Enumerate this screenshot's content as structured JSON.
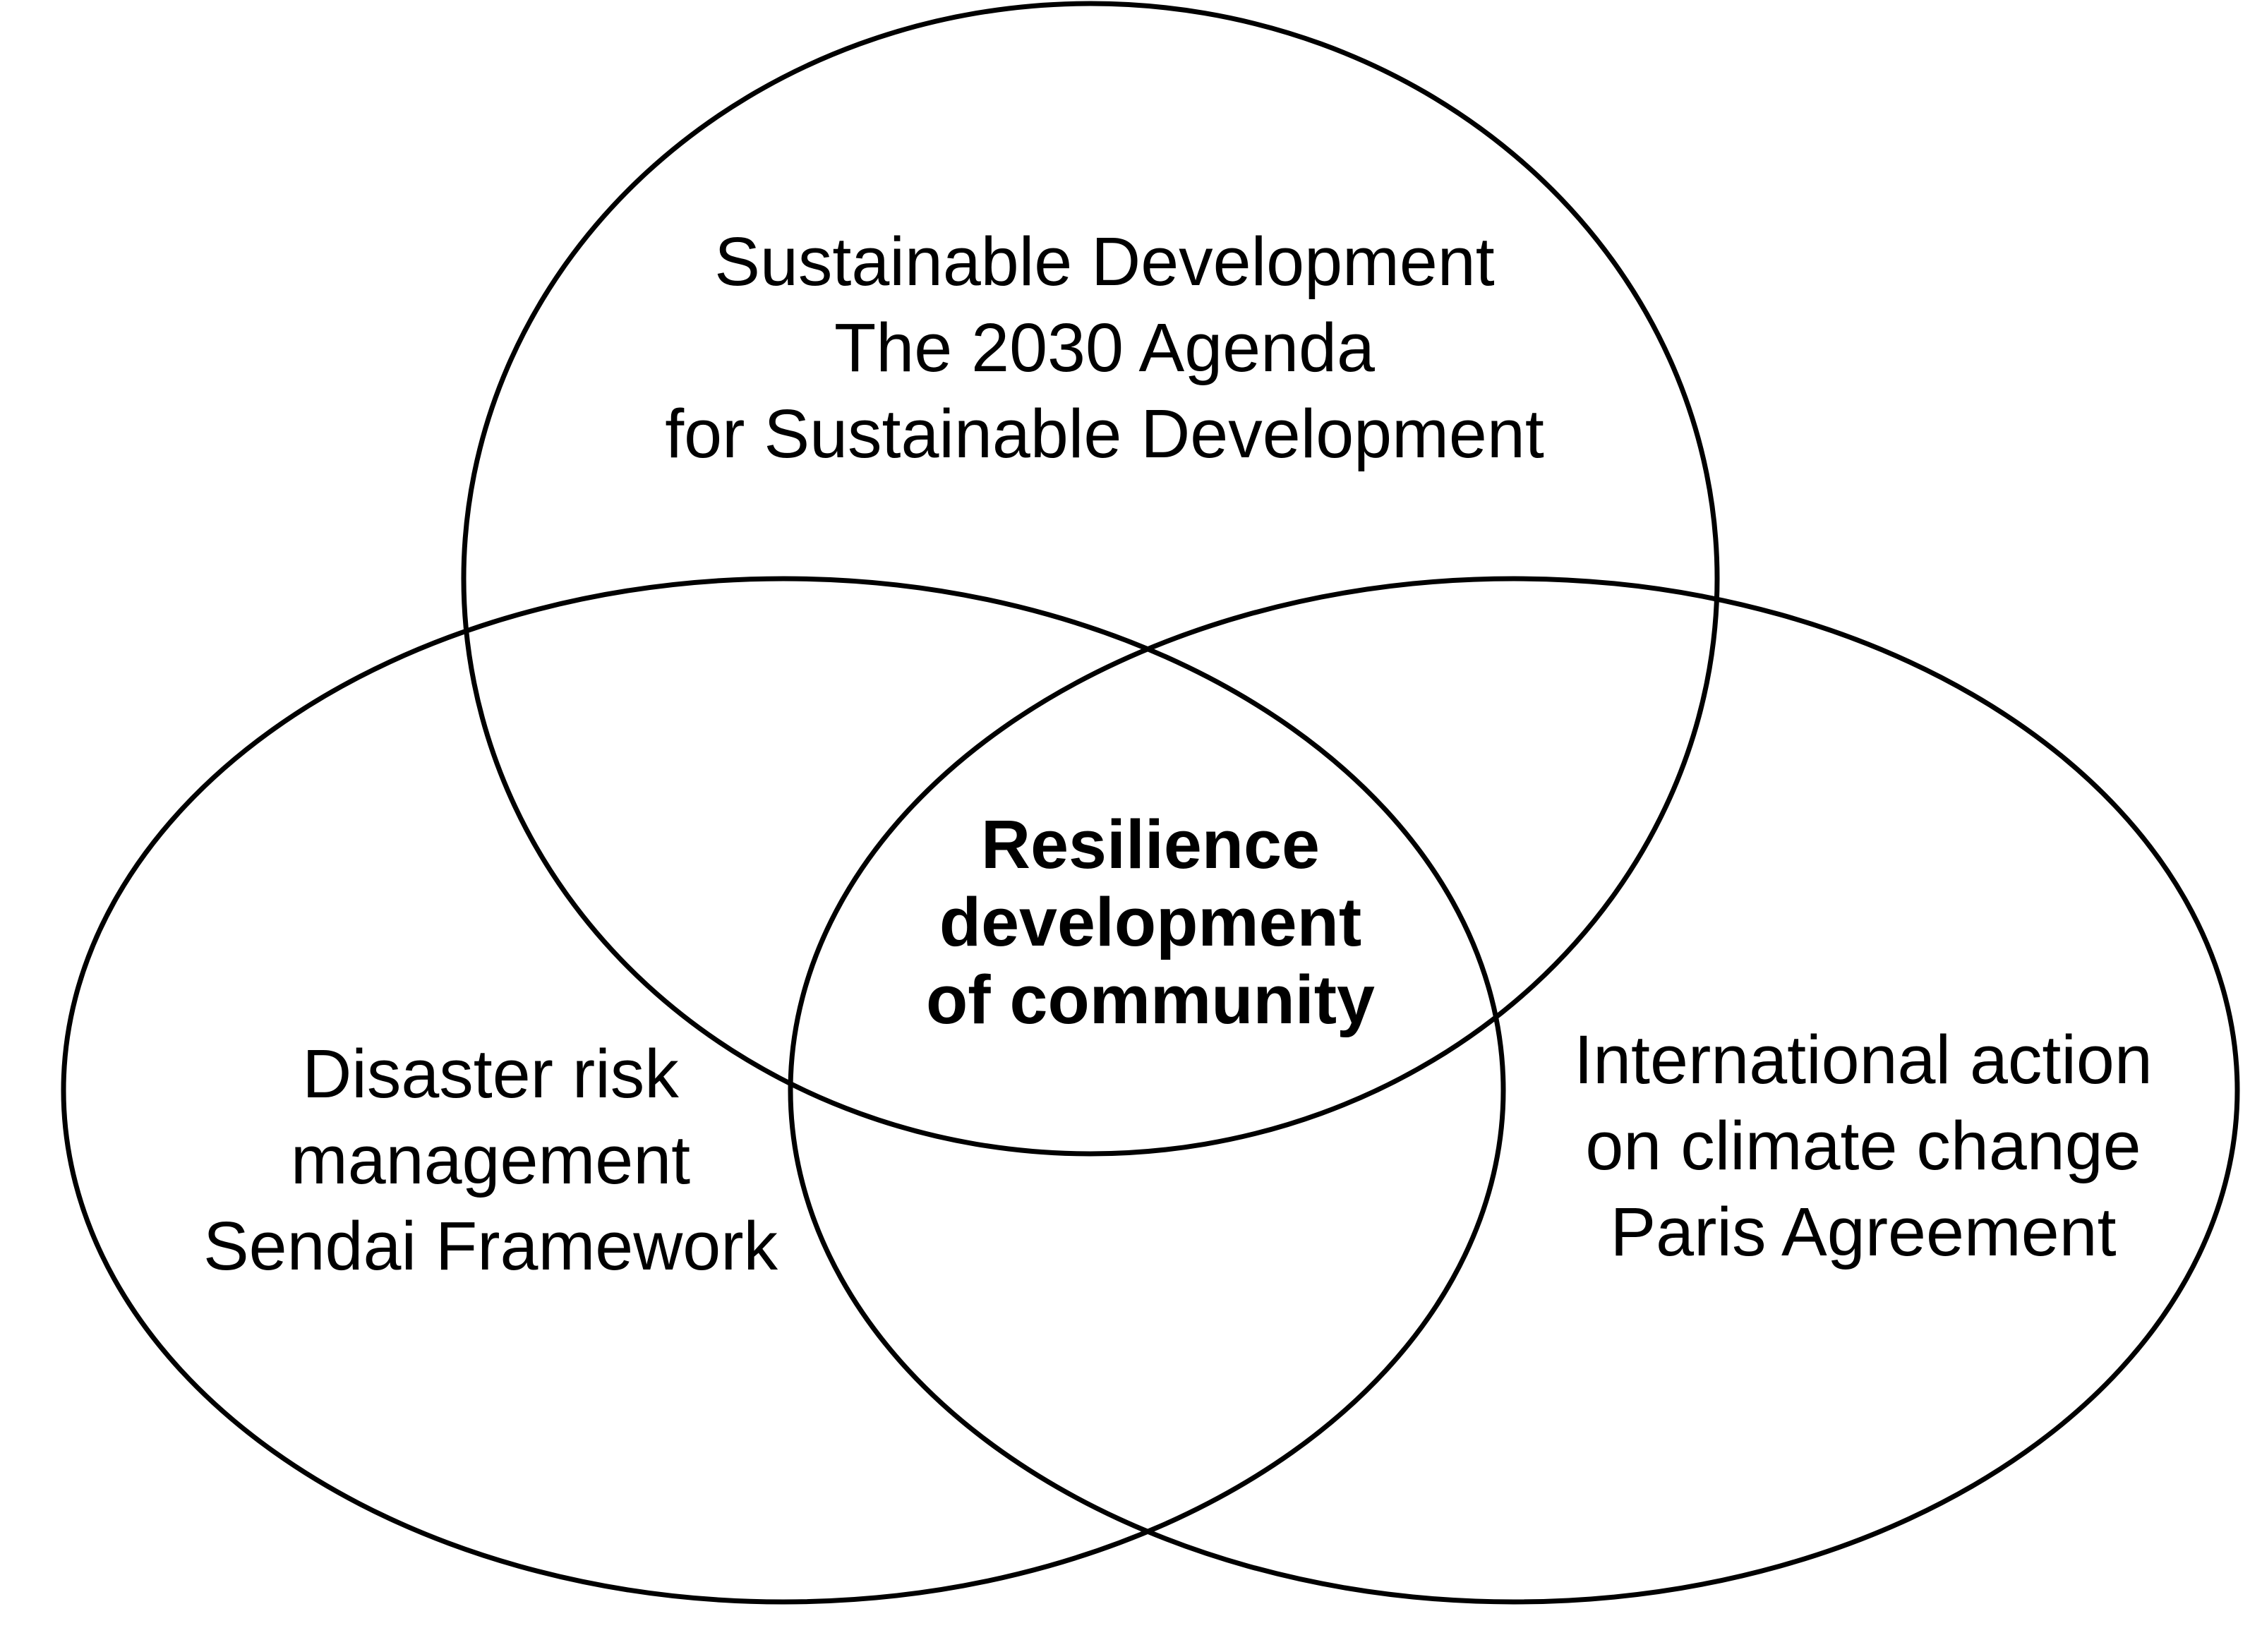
{
  "diagram": {
    "type": "venn",
    "sets": [
      {
        "id": "sustainable-development",
        "lines": [
          "Sustainable Development",
          "The 2030 Agenda",
          "for Sustainable Development"
        ]
      },
      {
        "id": "disaster-risk",
        "lines": [
          "Disaster risk",
          "management",
          "Sendai Framework"
        ]
      },
      {
        "id": "climate-action",
        "lines": [
          "International action",
          "on climate change",
          "Paris Agreement"
        ]
      }
    ],
    "intersection": {
      "lines": [
        "Resilience",
        "development",
        "of community"
      ]
    },
    "colors": {
      "stroke": "#000000",
      "text": "#000000",
      "background": "#ffffff"
    }
  }
}
